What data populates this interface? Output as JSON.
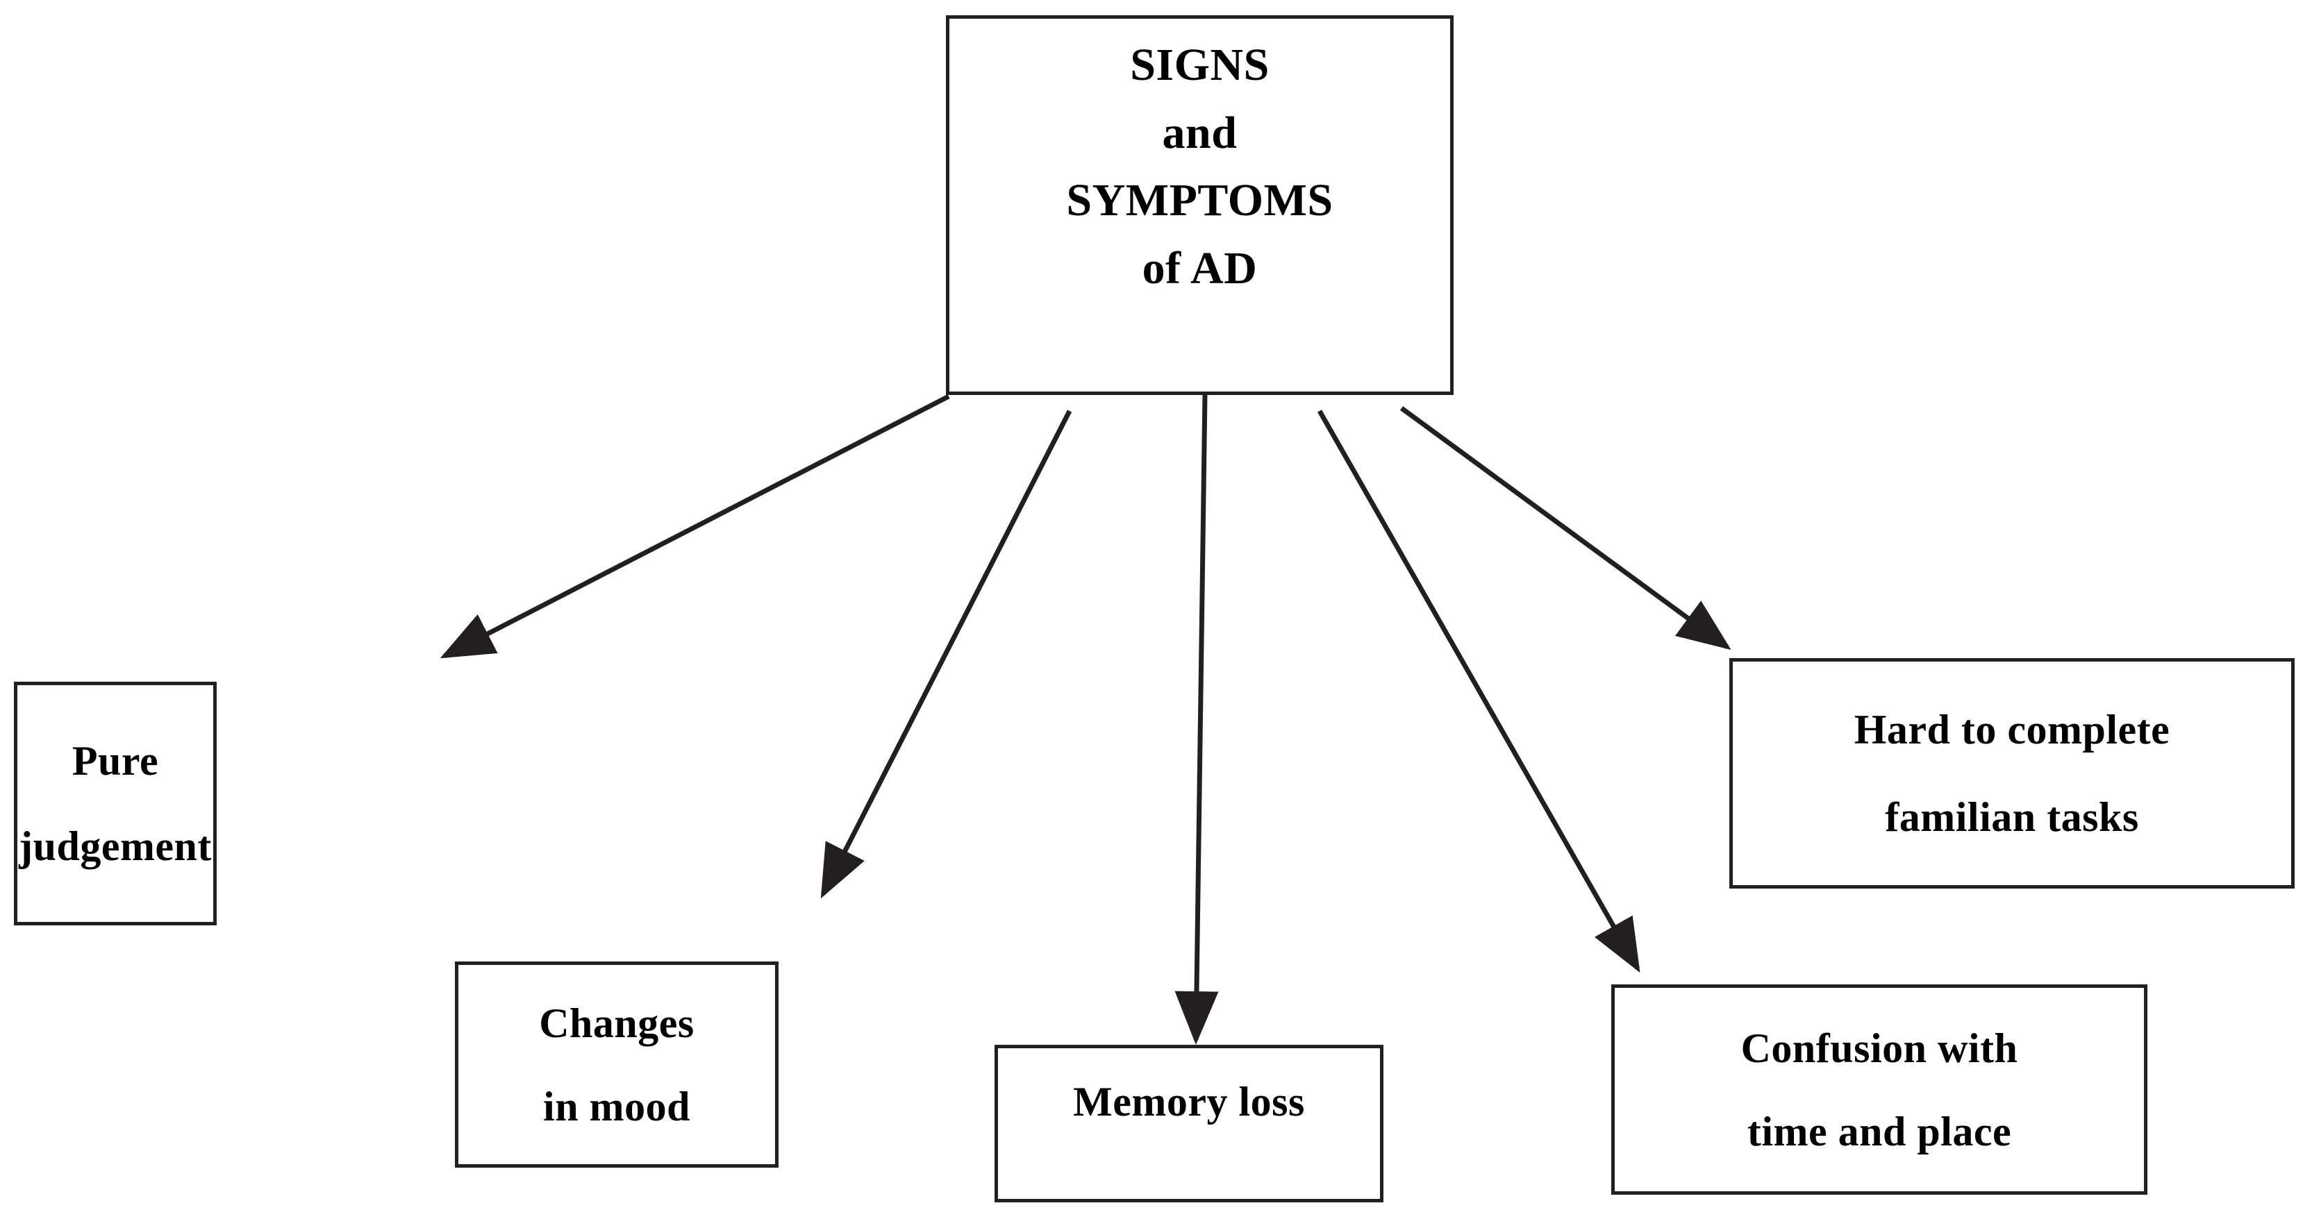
{
  "diagram": {
    "type": "flowchart",
    "orientation": "top-down-radial",
    "background_color": "#ffffff",
    "line_color": "#231f20",
    "text_color": "#000000",
    "root": {
      "id": "root",
      "lines": [
        "SIGNS",
        "and",
        "SYMPTOMS",
        "of AD"
      ],
      "line1": "SIGNS",
      "line2": "and",
      "line3": "SYMPTOMS",
      "line4": "of AD"
    },
    "leaves": [
      {
        "id": "pure-judgement",
        "line1": "Pure",
        "line2": "judgement"
      },
      {
        "id": "changes-in-mood",
        "line1": "Changes",
        "line2": "in mood"
      },
      {
        "id": "memory-loss",
        "line1": "Memory loss",
        "line2": ""
      },
      {
        "id": "confusion-time-place",
        "line1": "Confusion with",
        "line2": "time and place"
      },
      {
        "id": "hard-familian-tasks",
        "line1": "Hard to complete",
        "line2": "familian tasks"
      }
    ],
    "edges": [
      {
        "id": "edge-root-to-pure-judgement",
        "from": "root",
        "to": "pure-judgement",
        "label": ""
      },
      {
        "id": "edge-root-to-changes-in-mood",
        "from": "root",
        "to": "changes-in-mood",
        "label": ""
      },
      {
        "id": "edge-root-to-memory-loss",
        "from": "root",
        "to": "memory-loss",
        "label": ""
      },
      {
        "id": "edge-root-to-confusion",
        "from": "root",
        "to": "confusion-time-place",
        "label": ""
      },
      {
        "id": "edge-root-to-hard-tasks",
        "from": "root",
        "to": "hard-familian-tasks",
        "label": ""
      }
    ]
  }
}
